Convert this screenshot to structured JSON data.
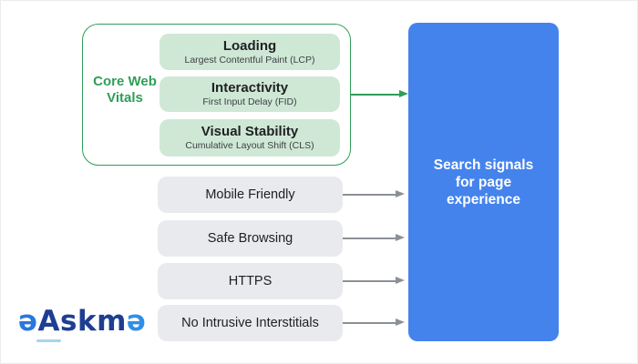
{
  "colors": {
    "green_accent": "#2f9e58",
    "green_fill": "#cfe8d6",
    "gray_fill": "#e9eaed",
    "arrow_gray": "#8b9095",
    "blue_fill": "#4583ec",
    "text_dark": "#202124",
    "logo_navy": "#1e3e92",
    "logo_blue": "#2878dd"
  },
  "diagram": {
    "core_web_vitals": {
      "label": "Core Web Vitals",
      "items": [
        {
          "title": "Loading",
          "subtitle": "Largest Contentful Paint (LCP)"
        },
        {
          "title": "Interactivity",
          "subtitle": "First Input Delay (FID)"
        },
        {
          "title": "Visual Stability",
          "subtitle": "Cumulative Layout Shift (CLS)"
        }
      ]
    },
    "other_signals": [
      "Mobile Friendly",
      "Safe Browsing",
      "HTTPS",
      "No Intrusive Interstitials"
    ],
    "result_box": {
      "label": "Search signals for page experience"
    }
  },
  "logo": {
    "first": "ə",
    "middle": "Askm",
    "last": "ə"
  }
}
